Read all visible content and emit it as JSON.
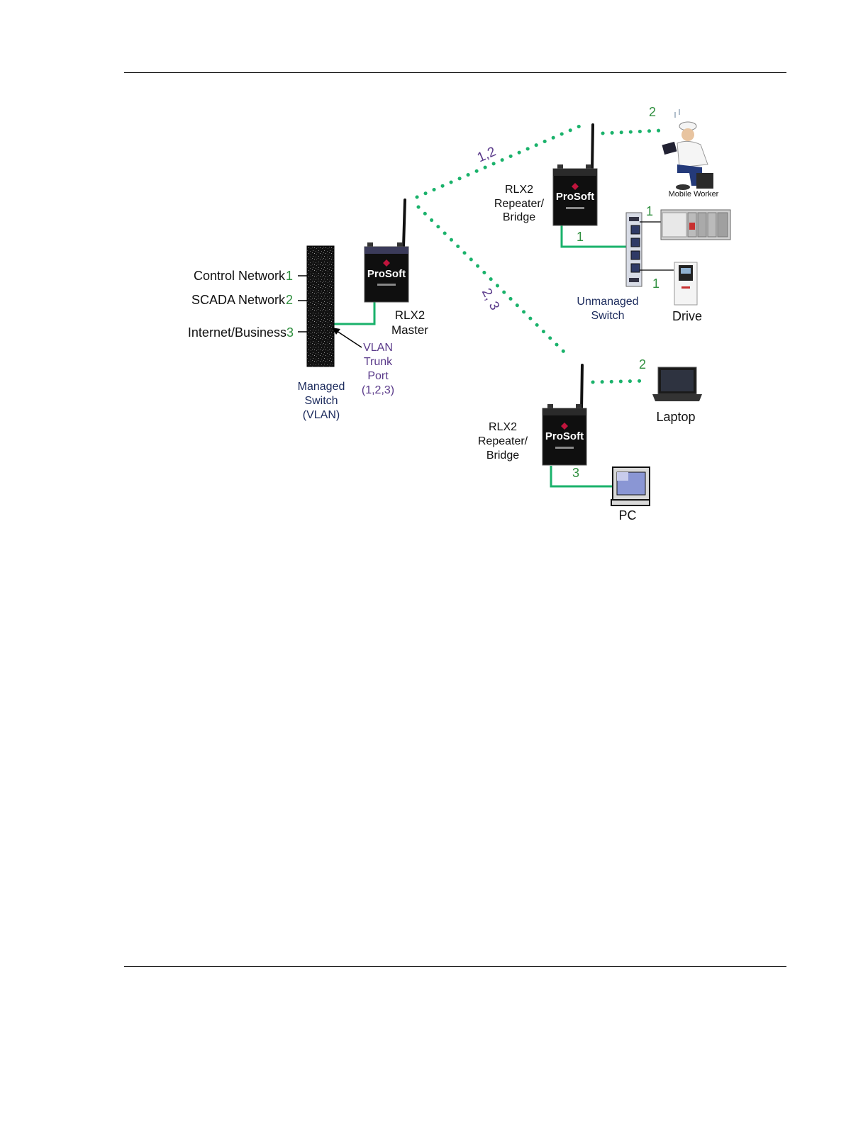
{
  "colors": {
    "link": "#1ab26b",
    "number_green": "#2f8f3e",
    "label_navy": "#1b2a5c",
    "label_purple": "#5a3a8a"
  },
  "switch_ports": {
    "control": {
      "label": "Control Network",
      "num": "1"
    },
    "scada": {
      "label": "SCADA Network",
      "num": "2"
    },
    "internet": {
      "label": "Internet/Business",
      "num": "3"
    }
  },
  "managed_switch": {
    "line1": "Managed",
    "line2": "Switch",
    "line3": "(VLAN)"
  },
  "trunk": {
    "line1": "VLAN",
    "line2": "Trunk",
    "line3": "Port",
    "line4": "(1,2,3)"
  },
  "master": {
    "line1": "RLX2",
    "line2": "Master",
    "brand": "ProSoft"
  },
  "repeater_top": {
    "line1": "RLX2",
    "line2": "Repeater/",
    "line3": "Bridge",
    "brand": "ProSoft"
  },
  "repeater_bottom": {
    "line1": "RLX2",
    "line2": "Repeater/",
    "line3": "Bridge",
    "brand": "ProSoft"
  },
  "links": {
    "upper": "1,2",
    "lower": "2, 3"
  },
  "mobile_worker": {
    "label": "Mobile Worker",
    "num": "2"
  },
  "unmanaged_switch": {
    "line1": "Unmanaged",
    "line2": "Switch"
  },
  "plc": {
    "num": "1"
  },
  "drive": {
    "label": "Drive",
    "num": "1"
  },
  "top_repeater_wire": {
    "num": "1"
  },
  "laptop": {
    "label": "Laptop",
    "num": "2"
  },
  "pc": {
    "label": "PC",
    "num": "3"
  }
}
